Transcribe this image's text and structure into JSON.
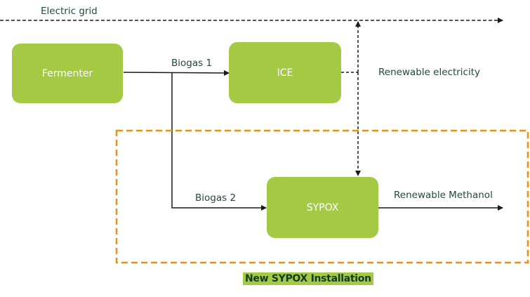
{
  "diagram": {
    "nodes": {
      "fermenter": "Fermenter",
      "ice": "ICE",
      "sypox": "SYPOX"
    },
    "labels": {
      "electric_grid": "Electric grid",
      "biogas1": "Biogas 1",
      "biogas2": "Biogas 2",
      "renewable_electricity": "Renewable electricity",
      "renewable_methanol": "Renewable Methanol"
    },
    "region": {
      "title": "New SYPOX Installation"
    },
    "colors": {
      "node_fill": "#a3c945",
      "region_border": "#f0900f",
      "line": "#1a1a1a",
      "label_text": "#1f4a36"
    }
  }
}
